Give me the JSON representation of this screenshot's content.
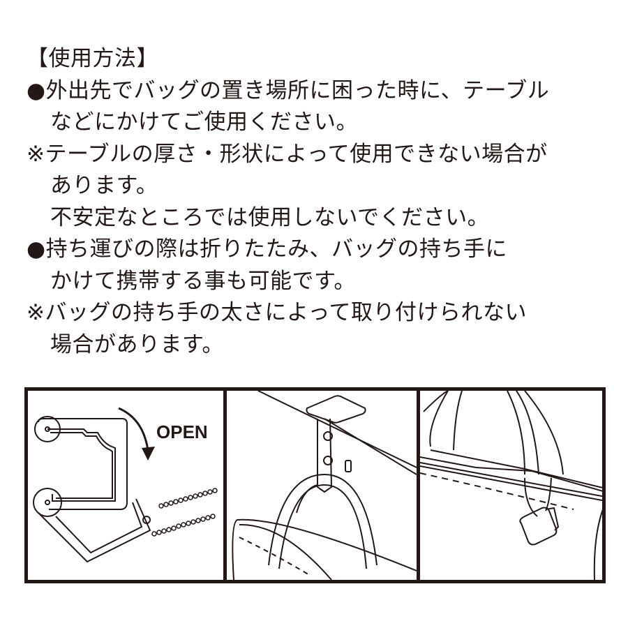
{
  "heading": "【使用方法】",
  "instructions": [
    {
      "marker": "●",
      "text": "外出先でバッグの置き場所に困った時に、テーブル",
      "indent": false
    },
    {
      "marker": "",
      "text": "などにかけてご使用ください。",
      "indent": true
    },
    {
      "marker": "※",
      "text": "テーブルの厚さ・形状によって使用できない場合が",
      "indent": false
    },
    {
      "marker": "",
      "text": "あります。",
      "indent": true
    },
    {
      "marker": "",
      "text": "不安定なところでは使用しないでください。",
      "indent": true
    },
    {
      "marker": "●",
      "text": "持ち運びの際は折りたたみ、バッグの持ち手に",
      "indent": false
    },
    {
      "marker": "",
      "text": "かけて携帯する事も可能です。",
      "indent": true
    },
    {
      "marker": "※",
      "text": "バッグの持ち手の太さによって取り付けられない",
      "indent": false
    },
    {
      "marker": "",
      "text": "場合があります。",
      "indent": true
    }
  ],
  "illustrations": {
    "panel1": {
      "label": "OPEN",
      "description": "folding bag hanger opening with rotation arrow and ball chain"
    },
    "panel2": {
      "description": "bag hanger hooked on table edge holding tote bag handle"
    },
    "panel3": {
      "description": "folded hanger attached to bag handle via ball chain"
    }
  },
  "colors": {
    "ink": "#231815",
    "background": "#ffffff"
  }
}
